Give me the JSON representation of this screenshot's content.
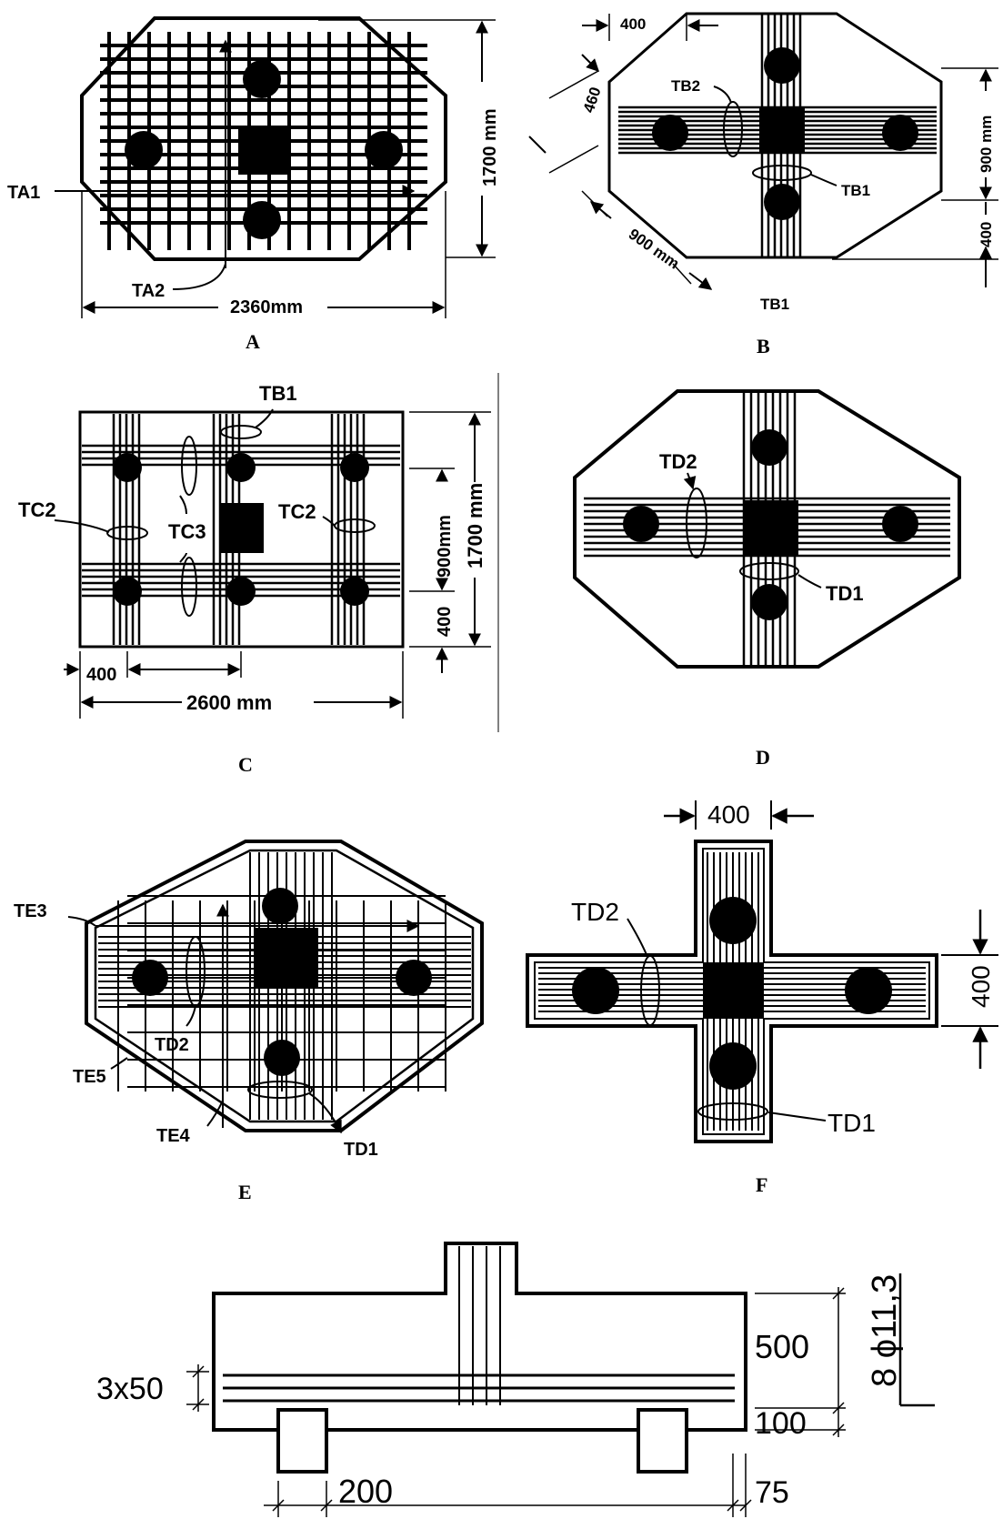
{
  "panels": {
    "a": "A",
    "b": "B",
    "c": "C",
    "d": "D",
    "e": "E",
    "f": "F"
  },
  "a": {
    "ta1": "TA1",
    "ta2": "TA2",
    "width": "2360mm",
    "height": "1700 mm"
  },
  "b": {
    "d400": "400",
    "d460": "460",
    "tb2": "TB2",
    "tb1": "TB1",
    "tb1b": "TB1",
    "d900": "900 mm",
    "d900v": "900 mm",
    "d400v": "400"
  },
  "c": {
    "tb1": "TB1",
    "tc2l": "TC2",
    "tc2r": "TC2",
    "tc3": "TC3",
    "d900": "900mm",
    "d1700": "1700 mm",
    "d400v": "400",
    "d400h": "400",
    "d2600": "2600  mm"
  },
  "d": {
    "td2": "TD2",
    "td1": "TD1"
  },
  "e": {
    "te3": "TE3",
    "te5": "TE5",
    "td2": "TD2",
    "te4": "TE4",
    "td1": "TD1"
  },
  "f": {
    "d400top": "400",
    "td2": "TD2",
    "td1": "TD1",
    "d400side": "400"
  },
  "g": {
    "d3x50": "3x50",
    "d500": "500",
    "d100": "100",
    "d200": "200",
    "d75": "75",
    "bars": "8 ϕ11,3"
  }
}
